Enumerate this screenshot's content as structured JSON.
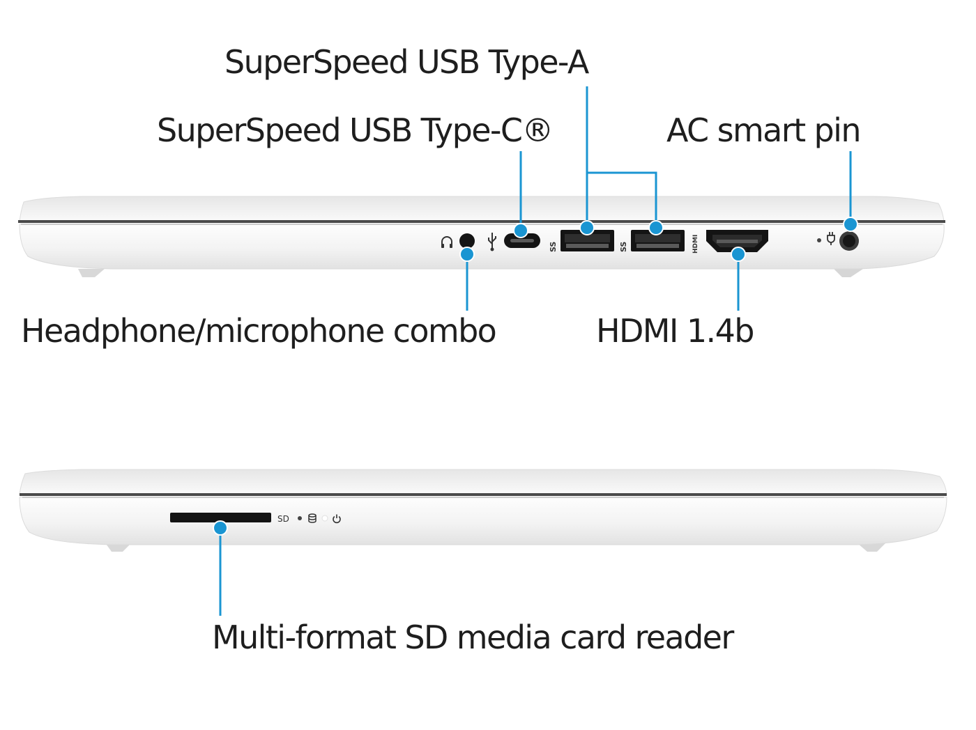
{
  "colors": {
    "callout_accent": "#1a95d2",
    "laptop_body": "#f7f7f7",
    "laptop_shadow": "#d9d9d9",
    "seam": "#4a4a4a",
    "port_dark": "#141414"
  },
  "labels": {
    "usb_a": "SuperSpeed USB Type-A",
    "usb_c": "SuperSpeed USB Type-C®",
    "ac_pin": "AC smart pin",
    "headphone": "Headphone/microphone combo",
    "hdmi": "HDMI 1.4b",
    "sd_reader": "Multi-format SD media card reader"
  },
  "port_markings": {
    "sd": "SD",
    "hdmi": "HDMI",
    "ss": "SS"
  },
  "icons": {
    "headset": "headset-icon",
    "usb": "usb-icon",
    "power_plug": "power-plug-icon",
    "storage": "storage-activity-icon",
    "power": "power-icon"
  }
}
